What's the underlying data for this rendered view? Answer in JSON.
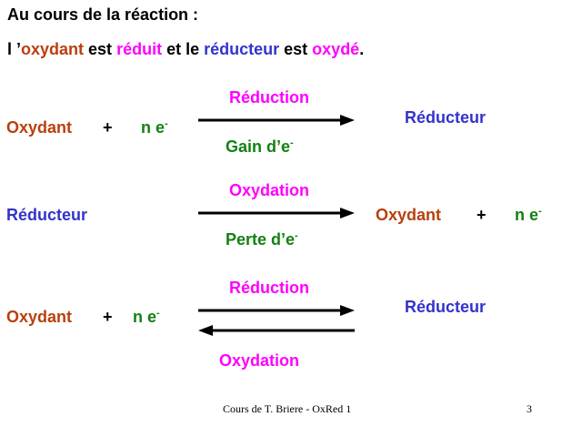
{
  "title": "Au cours de la réaction :",
  "sentence": {
    "p1": "l ’",
    "oxydant": "oxydant",
    "p2": " est ",
    "reduit": "réduit",
    "p3": " et le ",
    "reducteur": "réducteur",
    "p4": " est ",
    "oxyde": "oxydé",
    "p5": "."
  },
  "eq1": {
    "left": "Oxydant",
    "plus": "+",
    "electrons": "n e",
    "sup": "-",
    "top": "Réduction",
    "bottom": "Gain d’e",
    "bottom_sup": "-",
    "right": "Réducteur"
  },
  "eq2": {
    "left": "Réducteur",
    "top": "Oxydation",
    "bottom": "Perte d’e",
    "bottom_sup": "-",
    "right": "Oxydant",
    "plus": "+",
    "electrons": "n e",
    "sup": "-"
  },
  "eq3": {
    "left": "Oxydant",
    "plus": "+",
    "electrons": "n e",
    "sup": "-",
    "top": "Réduction",
    "bottom": "Oxydation",
    "right": "Réducteur"
  },
  "footer": {
    "text": "Cours de T. Briere - OxRed 1",
    "page": "3"
  },
  "colors": {
    "oxydant": "#b8400f",
    "reducteur": "#3333cc",
    "process": "#ff00ff",
    "electron": "#138013"
  }
}
